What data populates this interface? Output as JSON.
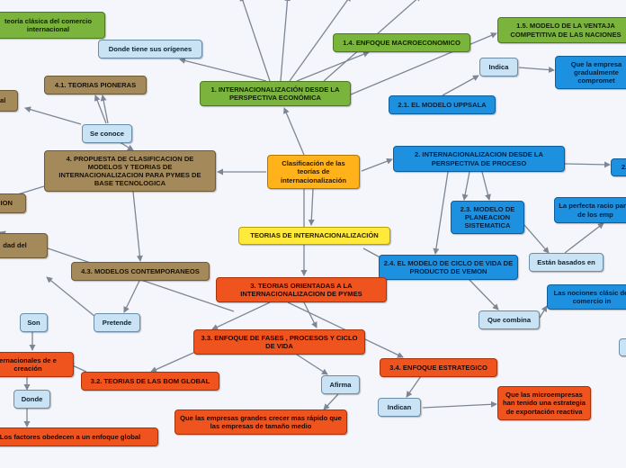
{
  "colors": {
    "edge": "#7d8694",
    "background": "#f4f6fb",
    "green": "#7ab43c",
    "brown": "#a48a5b",
    "orange": "#ffb21a",
    "yellow": "#ffe93a",
    "blue": "#1e90e0",
    "red": "#f0541e",
    "pale": "#c9e2f4"
  },
  "nodes": {
    "central": "Clasificación de las teorías de internacionalización",
    "title": "TEORIAS DE INTERNACIONALIZACIÓN",
    "n1": "1. INTERNACIONALIZACIÓN DESDE LA PERSPECTIVA ECONÓMICA",
    "n1_classic": "teoría clásica del comercio internacional",
    "n1_origins": "Donde tiene sus orígenes",
    "n14": "1.4. ENFOQUE MACROECONOMICO",
    "n15": "1.5. MODELO DE LA VENTAJA COMPETITIVA DE LAS NACIONES",
    "n2": "2. INTERNACIONALIZACION DESDE LA PERSPECTIVA DE PROCESO",
    "n2_right": "2.",
    "n21": "2.1. EL MODELO UPPSALA",
    "n21_indica": "Indica",
    "n21_right": "Que la empresa gradualmente compromet",
    "n23": "2.3. MODELO DE PLANEACION SISTEMATICA",
    "n23_basados": "Están basados en",
    "n23_right": "La perfecta racio parte de los emp",
    "n24": "2.4. EL MODELO DE CICLO DE VIDA DE PRODUCTO DE VEMON",
    "n24_combina": "Que combina",
    "n24_right": "Las nociones clásic del comercio in",
    "n3": "3. TEORIAS ORIENTADAS A LA INTERNACIONALIZACION DE PYMES",
    "n33": "3.3. ENFOQUE DE FASES , PROCESOS Y CICLO DE VIDA",
    "n33_afirma": "Afirma",
    "n33_text": "Que las empresas grandes crecer mas rápido que las empresas de tamaño medio",
    "n32": "3.2. TEORIAS DE LAS BOM GLOBAL",
    "n34": "3.4. ENFOQUE ESTRATEGICO",
    "n34_indican": "Indican",
    "n34_text": "Que las microempresas han tenido una estrategia de exportación reactiva",
    "n4": "4. PROPUESTA DE CLASIFICACION DE MODELOS Y TEORIAS DE INTERNACIONALIZACION PARA PYMES DE BASE TECNOLOGICA",
    "n41": "4.1. TEORIAS PIONERAS",
    "n41_conoce": "Se conoce",
    "n41_left": "cial",
    "n4_left": "CION",
    "n4_left2": "dad del",
    "n43": "4.3. MODELOS CONTEMPORANEOS",
    "n43_pretende": "Pretende",
    "left_son": "Son",
    "left_red": "ernacionales de e creación",
    "left_donde": "Donde",
    "left_bottom": "Los factores obedecen a un enfoque global"
  }
}
